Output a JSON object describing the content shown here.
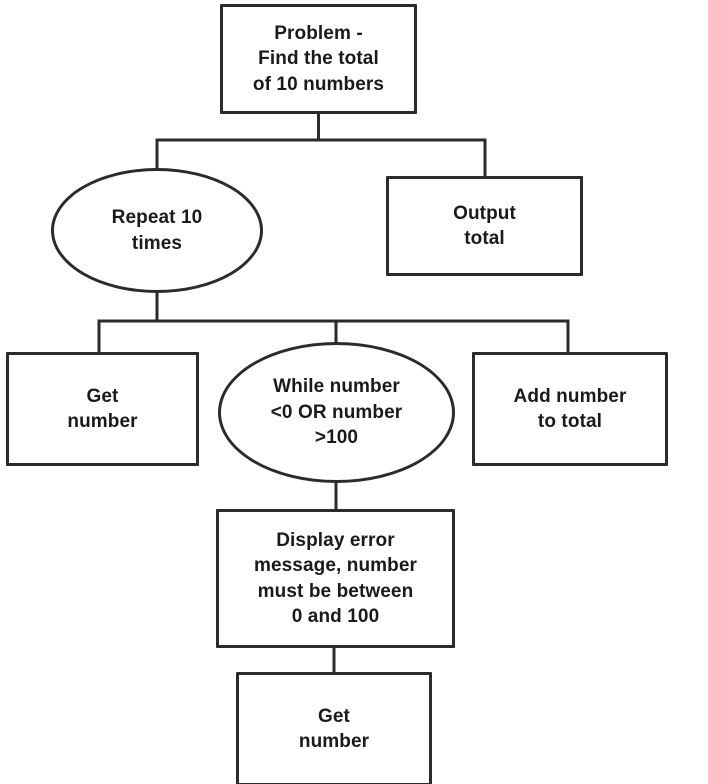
{
  "diagram": {
    "title": "Structured flowchart - find the total of 10 numbers",
    "type": "structure-diagram",
    "background_color": "#ffffff",
    "line_color": "#2b2b2b",
    "text_color": "#1a1a1a",
    "nodes": [
      {
        "id": "problem",
        "shape": "rectangle",
        "label": "Problem -\nFind the total\nof 10 numbers",
        "font_size": 19
      },
      {
        "id": "repeat",
        "shape": "ellipse",
        "label": "Repeat 10\ntimes",
        "font_size": 19
      },
      {
        "id": "output-total",
        "shape": "rectangle",
        "label": "Output\ntotal",
        "font_size": 19
      },
      {
        "id": "get-number-1",
        "shape": "rectangle",
        "label": "Get\nnumber",
        "font_size": 19
      },
      {
        "id": "while-number",
        "shape": "ellipse",
        "label": "While number\n<0 OR number\n>100",
        "font_size": 19
      },
      {
        "id": "add-number",
        "shape": "rectangle",
        "label": "Add number\nto total",
        "font_size": 19
      },
      {
        "id": "display-error",
        "shape": "rectangle",
        "label": "Display error\nmessage, number\nmust be between\n0 and 100",
        "font_size": 19
      },
      {
        "id": "get-number-2",
        "shape": "rectangle",
        "label": "Get\nnumber",
        "font_size": 19
      }
    ],
    "edges": [
      {
        "from": "problem",
        "to": "repeat"
      },
      {
        "from": "problem",
        "to": "output-total"
      },
      {
        "from": "repeat",
        "to": "get-number-1"
      },
      {
        "from": "repeat",
        "to": "while-number"
      },
      {
        "from": "repeat",
        "to": "add-number"
      },
      {
        "from": "while-number",
        "to": "display-error"
      },
      {
        "from": "display-error",
        "to": "get-number-2"
      }
    ]
  }
}
